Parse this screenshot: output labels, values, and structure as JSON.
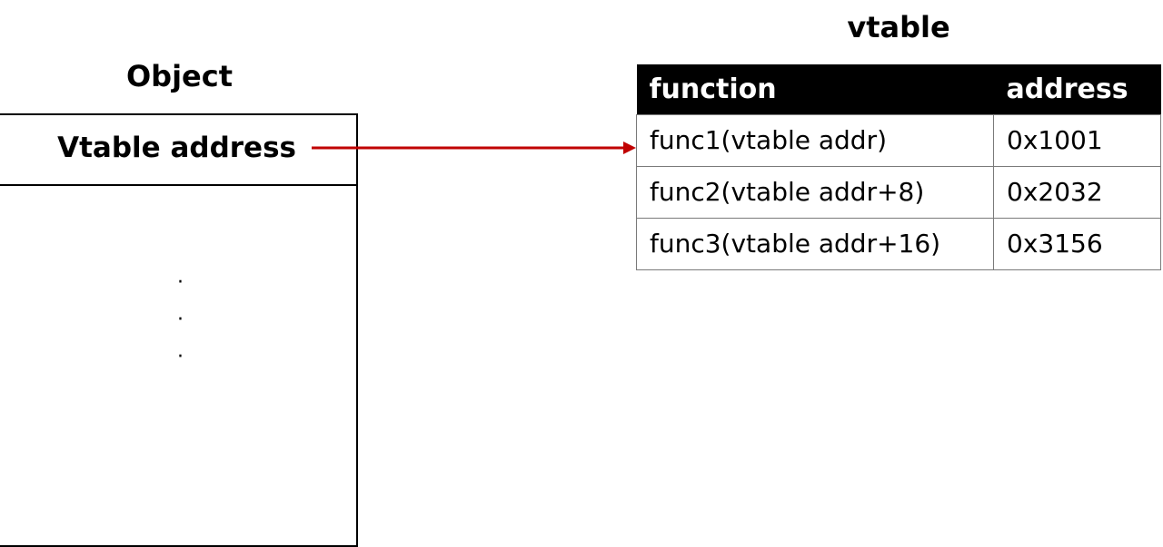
{
  "object": {
    "title": "Object",
    "header_label": "Vtable address",
    "ellipsis": [
      "·",
      "·",
      "·"
    ]
  },
  "vtable": {
    "title": "vtable",
    "columns": [
      "function",
      "address"
    ],
    "rows": [
      {
        "function": "func1(vtable addr)",
        "address": "0x1001"
      },
      {
        "function": "func2(vtable addr+8)",
        "address": "0x2032"
      },
      {
        "function": "func3(vtable addr+16)",
        "address": "0x3156"
      }
    ]
  },
  "colors": {
    "arrow": "#c00000",
    "table_header_bg": "#000000",
    "table_header_text": "#ffffff"
  }
}
